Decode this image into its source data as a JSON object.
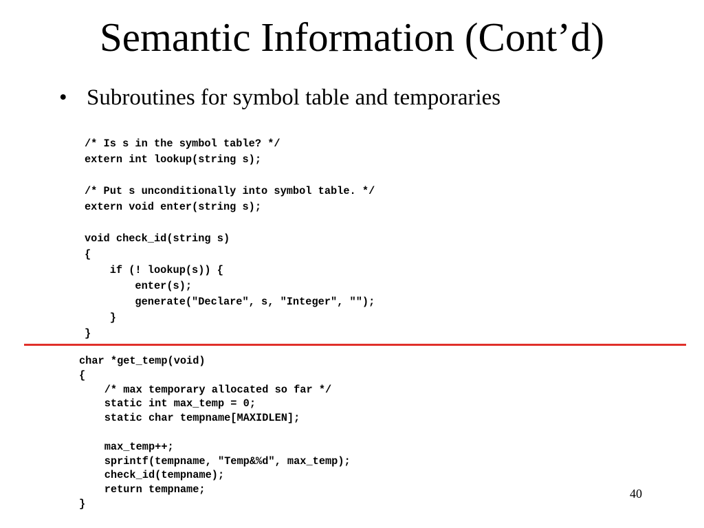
{
  "slide": {
    "title": "Semantic Information (Cont’d)",
    "bullet_symbol": "•",
    "bullet_text": "Subroutines for symbol table and temporaries",
    "page_number": "40"
  },
  "code": {
    "top": [
      "/* Is s in the symbol table? */",
      "extern int lookup(string s);",
      "",
      "/* Put s unconditionally into symbol table. */",
      "extern void enter(string s);",
      "",
      "void check_id(string s)",
      "{",
      "    if (! lookup(s)) {",
      "        enter(s);",
      "        generate(\"Declare\", s, \"Integer\", \"\");",
      "    }",
      "}"
    ],
    "bottom": [
      "char *get_temp(void)",
      "{",
      "    /* max temporary allocated so far */",
      "    static int max_temp = 0;",
      "    static char tempname[MAXIDLEN];",
      "",
      "    max_temp++;",
      "    sprintf(tempname, \"Temp&%d\", max_temp);",
      "    check_id(tempname);",
      "    return tempname;",
      "}"
    ]
  },
  "colors": {
    "divider": "#e0302a",
    "text": "#000000",
    "background": "#ffffff"
  }
}
